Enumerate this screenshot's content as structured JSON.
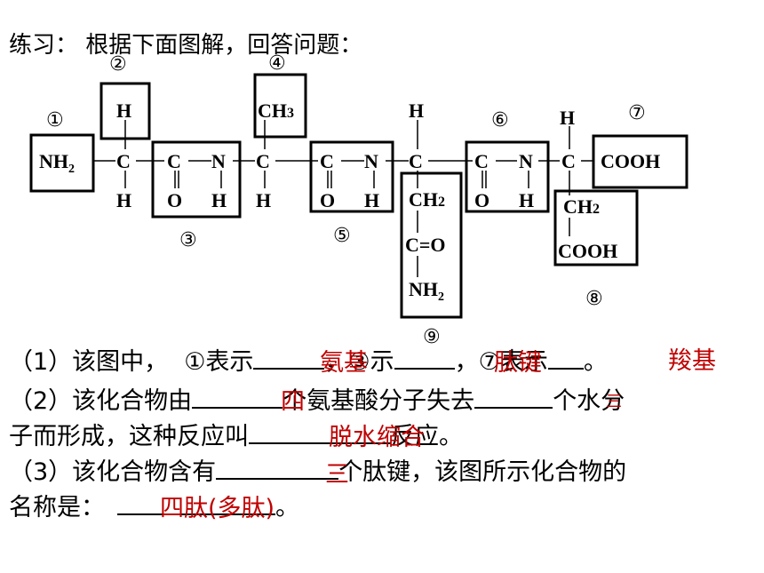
{
  "title": "练习： 根据下面图解，回答问题：",
  "diagram": {
    "nums": [
      "①",
      "②",
      "③",
      "④",
      "⑤",
      "⑥",
      "⑦",
      "⑧",
      "⑨"
    ],
    "nh2": "NH",
    "sub2": "2",
    "h": "H",
    "c": "C",
    "n": "N",
    "o": "O",
    "ch3": "CH",
    "sub3": "3",
    "ch2": "CH",
    "c_eq_o": "C=O",
    "cooh": "COOH"
  },
  "questions": {
    "q1_a": "（1）该图中，",
    "q1_b": "①表示",
    "q1_c": "，③示",
    "q1_d": "，⑦表示",
    "q1_e": "。",
    "q2_a": "（2）该化合物由",
    "q2_b": "个氨基酸分子失去",
    "q2_c": "个水分",
    "q2_d": "子而形成，这种反应叫",
    "q2_e": "反应。",
    "q3_a": "（3）该化合物含有",
    "q3_b": "个肽键，该图所示化合物的",
    "q3_c": "名称是：",
    "q3_d": "。"
  },
  "answers": {
    "a1": "氨基",
    "a2": "肽键",
    "a3": "羧基",
    "a4": "四",
    "a5": "三",
    "a6": "脱水缩合",
    "a7": "三",
    "a8": "四肽(多肽)"
  },
  "colors": {
    "answer": "#c00000"
  }
}
